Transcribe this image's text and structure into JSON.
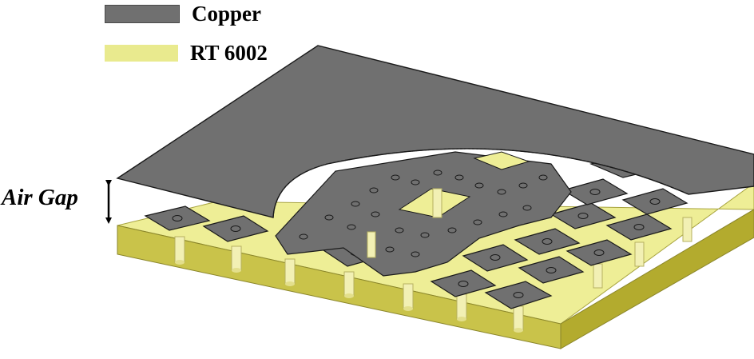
{
  "legend": [
    {
      "label": "Copper",
      "color": "#707070"
    },
    {
      "label": "RT 6002",
      "color": "#e9ea8e"
    }
  ],
  "annotation": {
    "label": "Air Gap"
  },
  "colors": {
    "copper": "#707070",
    "copper_edge": "#1a1a1a",
    "substrate_top": "#eeee96",
    "substrate_front": "#c9c34a",
    "substrate_side": "#b3ab2e",
    "via": "#f2f0b4"
  }
}
